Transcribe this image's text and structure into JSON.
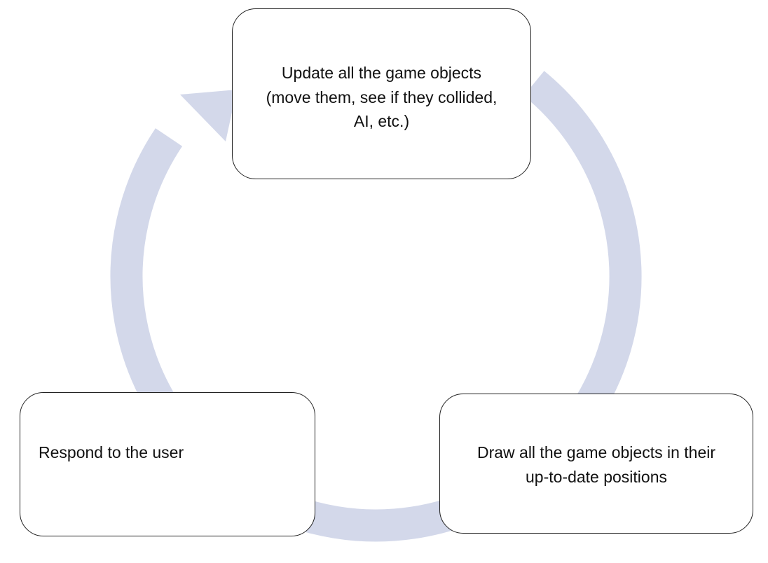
{
  "colors": {
    "cycle_arrow": "#d3d8ea",
    "box_border": "#222222",
    "box_fill": "#ffffff",
    "text": "#111111"
  },
  "nodes": {
    "update": {
      "text": "Update all the game objects\n(move them, see if they collided,\nAI, etc.)"
    },
    "respond": {
      "text": "Respond to the user"
    },
    "draw": {
      "text": "Draw all the game objects in their\nup-to-date positions"
    }
  }
}
